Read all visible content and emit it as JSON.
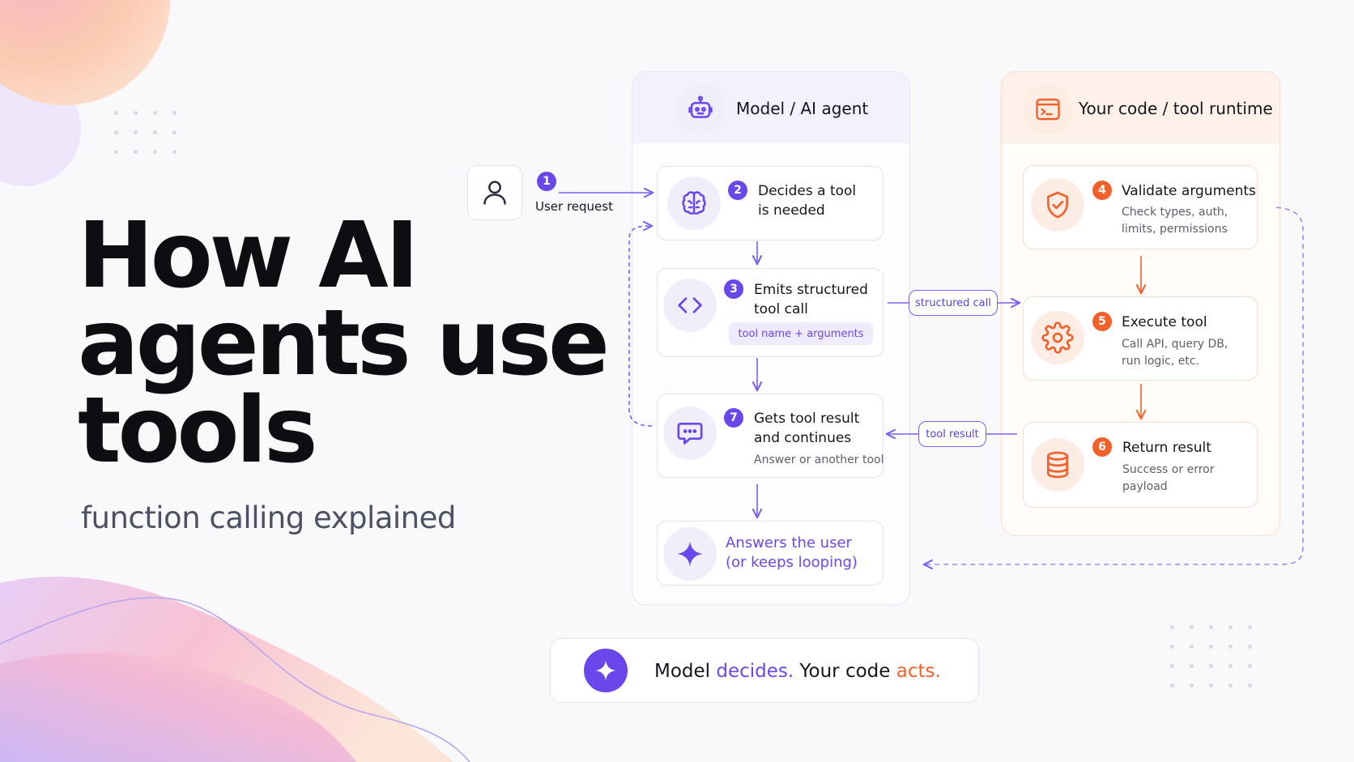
{
  "title_lines": [
    "How AI",
    "agents use",
    "tools"
  ],
  "subtitle": "function calling explained",
  "user": {
    "badge": "1",
    "label": "User request"
  },
  "model_panel": {
    "title": "Model  /  AI agent",
    "steps": [
      {
        "badge": "2",
        "title_lines": [
          "Decides a tool",
          "is needed"
        ],
        "icon": "brain-icon"
      },
      {
        "badge": "3",
        "title_lines": [
          "Emits structured",
          "tool call"
        ],
        "chip": "tool name + arguments",
        "icon": "code-icon"
      },
      {
        "badge": "7",
        "title_lines": [
          "Gets tool result",
          "and continues"
        ],
        "sub": "Answer or another tool",
        "icon": "chat-icon"
      },
      {
        "title_lines": [
          "Answers the user",
          "(or keeps looping)"
        ],
        "icon": "sparkle-icon"
      }
    ]
  },
  "runtime_panel": {
    "title": "Your code / tool runtime",
    "steps": [
      {
        "badge": "4",
        "title": "Validate arguments",
        "sub_lines": [
          "Check types, auth,",
          "limits, permissions"
        ],
        "icon": "shield-check-icon"
      },
      {
        "badge": "5",
        "title": "Execute tool",
        "sub_lines": [
          "Call API, query DB,",
          "run logic, etc."
        ],
        "icon": "gear-icon"
      },
      {
        "badge": "6",
        "title": "Return result",
        "sub_lines": [
          "Success or error",
          "payload"
        ],
        "icon": "database-icon"
      }
    ]
  },
  "connectors": {
    "structured_call": "structured call",
    "tool_result": "tool result"
  },
  "tagline": {
    "a": "Model ",
    "b": "decides.",
    "c": " Your code ",
    "d": "acts."
  },
  "colors": {
    "purple": "#6a47ea",
    "orange": "#f2612a",
    "text": "#15151f"
  }
}
